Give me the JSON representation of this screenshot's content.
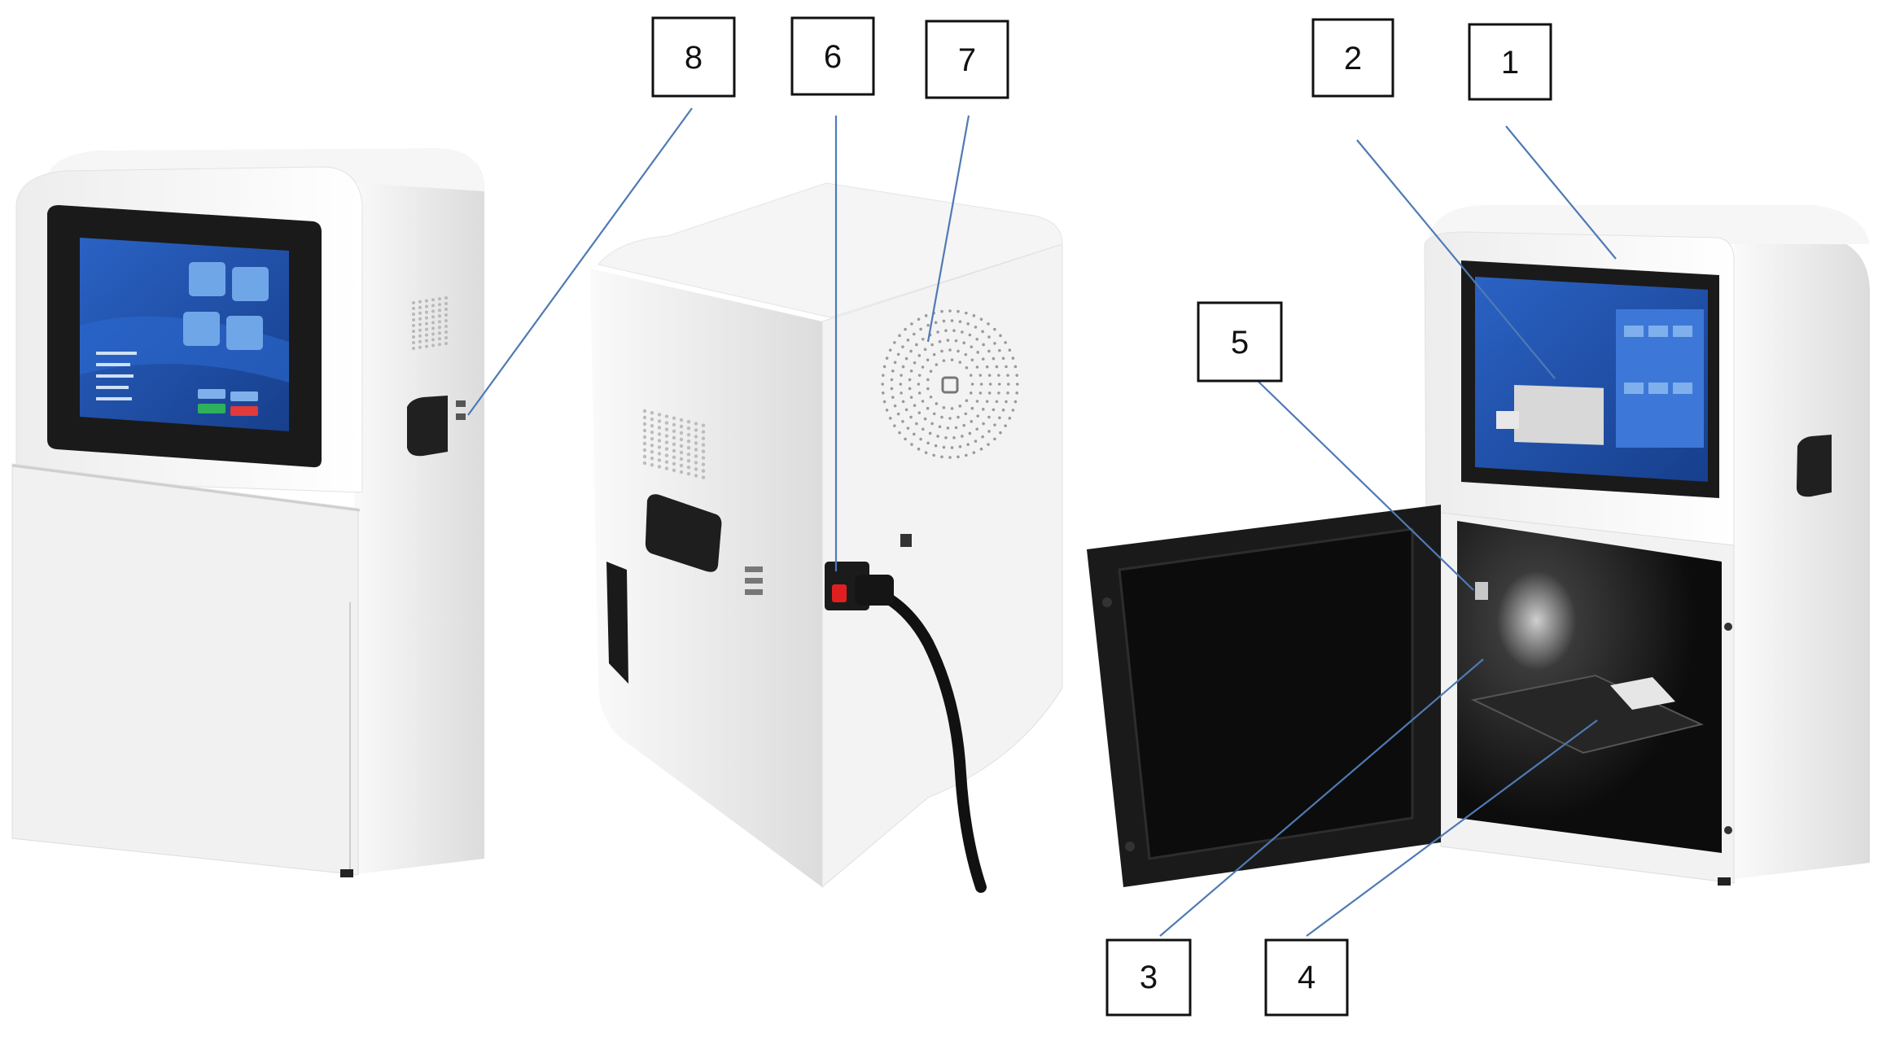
{
  "figure": {
    "callouts": [
      {
        "id": "c1",
        "label": "1"
      },
      {
        "id": "c2",
        "label": "2"
      },
      {
        "id": "c3",
        "label": "3"
      },
      {
        "id": "c4",
        "label": "4"
      },
      {
        "id": "c5",
        "label": "5"
      },
      {
        "id": "c6",
        "label": "6"
      },
      {
        "id": "c7",
        "label": "7"
      },
      {
        "id": "c8",
        "label": "8"
      }
    ],
    "colors": {
      "leader_line": "#4f7ab4",
      "cabinet_white": "#f3f3f3",
      "screen_bezel": "#1a1a1a",
      "screen_blue": "#1f4fa8",
      "chamber_black": "#0e0e0e",
      "power_switch_red": "#e02020"
    }
  }
}
